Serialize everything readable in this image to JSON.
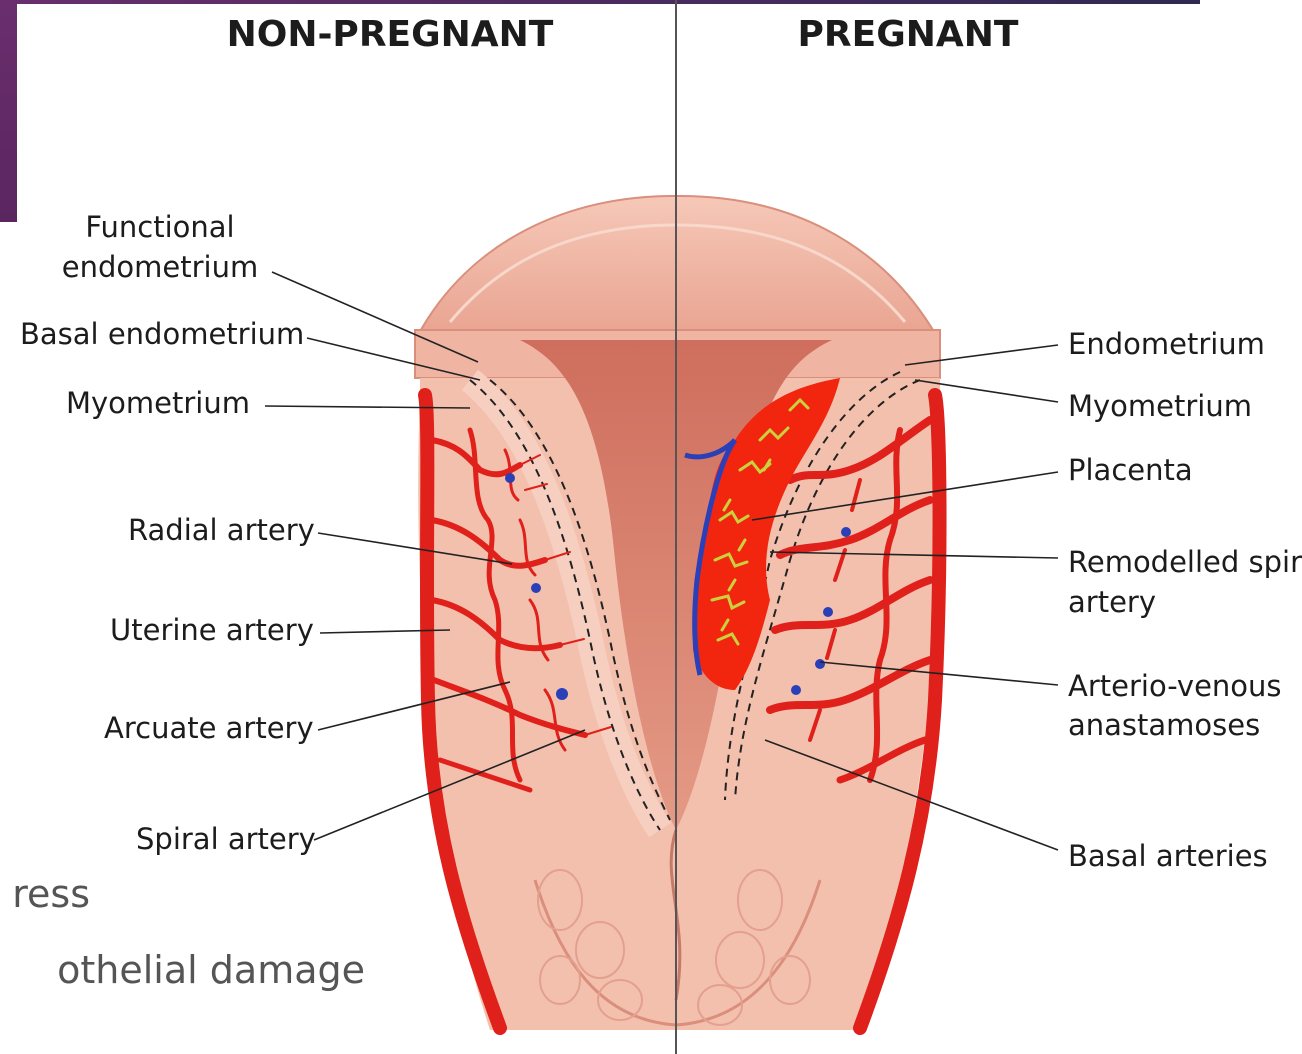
{
  "headers": {
    "left": "NON-PREGNANT",
    "right": "PREGNANT"
  },
  "left_labels": {
    "functional_endometrium": [
      "Functional",
      "endometrium"
    ],
    "basal_endometrium": "Basal endometrium",
    "myometrium": "Myometrium",
    "radial_artery": "Radial artery",
    "uterine_artery": "Uterine artery",
    "arcuate_artery": "Arcuate artery",
    "spiral_artery": "Spiral artery"
  },
  "right_labels": {
    "endometrium": "Endometrium",
    "myometrium": "Myometrium",
    "placenta": "Placenta",
    "remodelled_spiral_artery": [
      "Remodelled spiral",
      "artery"
    ],
    "arterio_venous_anastamoses": [
      "Arterio-venous",
      "anastamoses"
    ],
    "basal_arteries": "Basal arteries"
  },
  "slide_bullets": [
    "ress",
    "othelial damage"
  ],
  "colors": {
    "tissue_pink": "#f2b8a6",
    "cavity": "#d9806f",
    "artery_red": "#e0201a",
    "placenta_red": "#f2260f",
    "villi_yellow": "#c9d23c",
    "vein_blue": "#2a3fb8",
    "accent_purple": "#6a2e6e"
  }
}
